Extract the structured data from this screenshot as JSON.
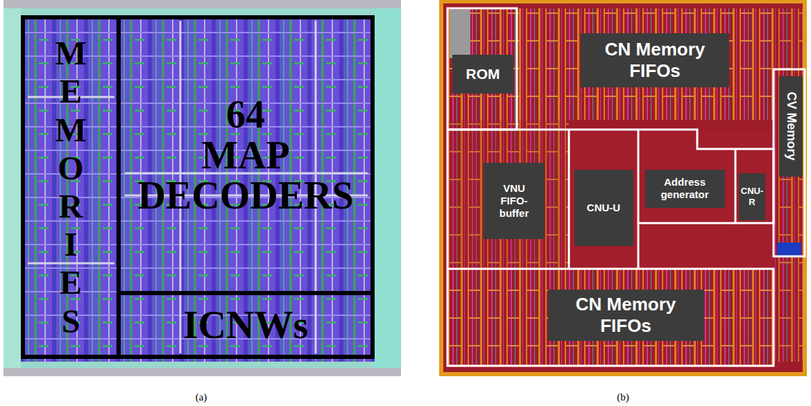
{
  "diagram": {
    "nodes": [
      {
        "text": [
          "MEMORIES"
        ]
      },
      {
        "text": [
          "64 MAP DECODERS"
        ]
      },
      {
        "text": [
          "ICNWs"
        ]
      },
      {
        "text": [
          "ROM"
        ]
      },
      {
        "text": [
          "CN Memory FIFOs"
        ]
      },
      {
        "text": [
          "CV Memory"
        ]
      },
      {
        "text": [
          "VNU FIFO-buffer"
        ]
      },
      {
        "text": [
          "CNU-U"
        ]
      },
      {
        "text": [
          "Address generator"
        ]
      },
      {
        "text": [
          "CNU-R"
        ]
      },
      {
        "text": [
          "CN Memory FIFOs"
        ]
      }
    ],
    "edges": [],
    "labels": [
      "(a)",
      "(b)"
    ]
  }
}
